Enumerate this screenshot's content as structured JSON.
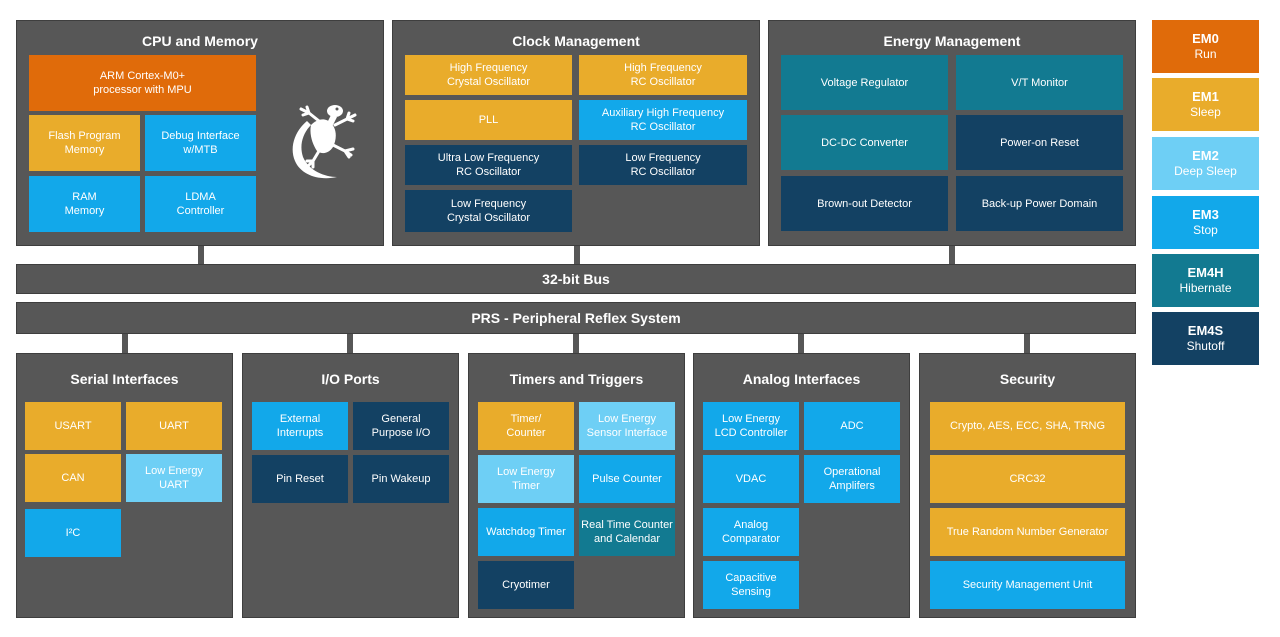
{
  "colors": {
    "panel": "#575757",
    "orange": "#e06b0a",
    "gold": "#e9ac2b",
    "blue": "#12a8ea",
    "light_blue": "#6ecff5",
    "teal": "#127a91",
    "navy": "#134163"
  },
  "cpu": {
    "title": "CPU and Memory",
    "arm": "ARM  Cortex-M0+\nprocessor with MPU",
    "flash": "Flash Program\nMemory",
    "debug": "Debug Interface\nw/MTB",
    "ram": "RAM\nMemory",
    "ldma": "LDMA\nController",
    "logo_icon": "gecko-logo-icon"
  },
  "clock": {
    "title": "Clock Management",
    "hfxo": "High Frequency\nCrystal Oscillator",
    "hfrco": "High Frequency\nRC Oscillator",
    "pll": "PLL",
    "auxhfrco": "Auxiliary High Frequency\nRC Oscillator",
    "ulfrco": "Ultra Low Frequency\nRC Oscillator",
    "lfrco": "Low Frequency\nRC Oscillator",
    "lfxo": "Low Frequency\nCrystal Oscillator"
  },
  "energy": {
    "title": "Energy Management",
    "vreg": "Voltage Regulator",
    "vt": "V/T Monitor",
    "dcdc": "DC-DC Converter",
    "por": "Power-on Reset",
    "bod": "Brown-out Detector",
    "backup": "Back-up Power Domain"
  },
  "bus": {
    "label": "32-bit Bus"
  },
  "prs": {
    "label": "PRS - Peripheral Reflex System"
  },
  "serial": {
    "title": "Serial Interfaces",
    "usart": "USART",
    "uart": "UART",
    "can": "CAN",
    "leuart": "Low Energy\nUART",
    "i2c": "I²C"
  },
  "io": {
    "title": "I/O Ports",
    "ext": "External\nInterrupts",
    "gpio": "General\nPurpose I/O",
    "pinreset": "Pin Reset",
    "pinwakeup": "Pin Wakeup"
  },
  "timers": {
    "title": "Timers and Triggers",
    "timer": "Timer/\nCounter",
    "lesense": "Low Energy\nSensor Interface",
    "letimer": "Low Energy\nTimer",
    "pcnt": "Pulse Counter",
    "wdog": "Watchdog Timer",
    "rtcc": "Real Time Counter\nand Calendar",
    "cryo": "Cryotimer"
  },
  "analog": {
    "title": "Analog Interfaces",
    "lcd": "Low Energy\nLCD Controller",
    "adc": "ADC",
    "vdac": "VDAC",
    "opamp": "Operational\nAmplifers",
    "acmp": "Analog\nComparator",
    "csen": "Capacitive\nSensing"
  },
  "security": {
    "title": "Security",
    "crypto": "Crypto, AES, ECC, SHA, TRNG",
    "crc": "CRC32",
    "trng": "True Random Number Generator",
    "smu": "Security Management Unit"
  },
  "legend": [
    {
      "code": "EM0",
      "label": "Run",
      "color": "#e06b0a"
    },
    {
      "code": "EM1",
      "label": "Sleep",
      "color": "#e9ac2b"
    },
    {
      "code": "EM2",
      "label": "Deep Sleep",
      "color": "#6ecff5"
    },
    {
      "code": "EM3",
      "label": "Stop",
      "color": "#12a8ea"
    },
    {
      "code": "EM4H",
      "label": "Hibernate",
      "color": "#127a91"
    },
    {
      "code": "EM4S",
      "label": "Shutoff",
      "color": "#134163"
    }
  ]
}
